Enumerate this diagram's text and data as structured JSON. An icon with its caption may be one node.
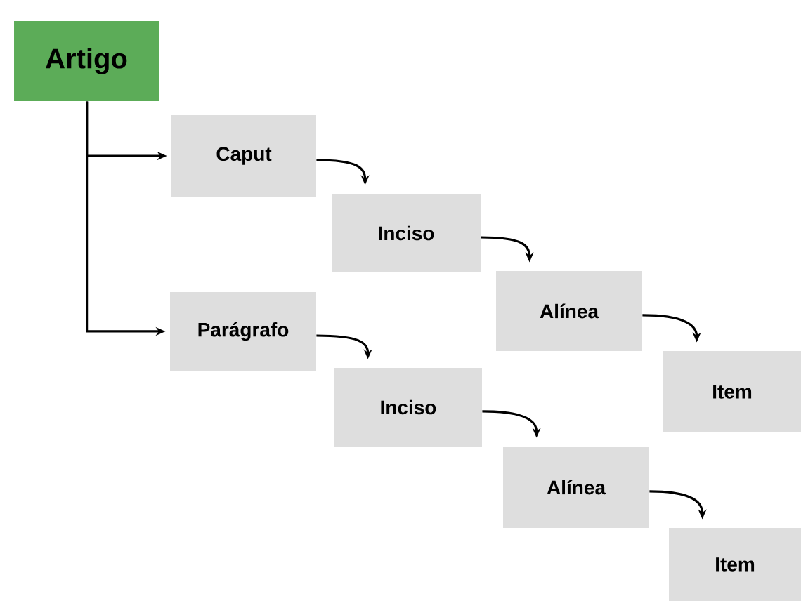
{
  "diagram": {
    "nodes": [
      {
        "text": [
          "Artigo"
        ]
      },
      {
        "text": [
          "Caput"
        ]
      },
      {
        "text": [
          "Inciso"
        ]
      },
      {
        "text": [
          "Alínea"
        ]
      },
      {
        "text": [
          "Item"
        ]
      },
      {
        "text": [
          "Parágrafo"
        ]
      },
      {
        "text": [
          "Inciso"
        ]
      },
      {
        "text": [
          "Alínea"
        ]
      },
      {
        "text": [
          "Item"
        ]
      }
    ],
    "edges": [
      {
        "from": 0,
        "to": 1,
        "arrow": "to"
      },
      {
        "from": 0,
        "to": 5,
        "arrow": "to"
      },
      {
        "from": 1,
        "to": 2,
        "arrow": "to"
      },
      {
        "from": 2,
        "to": 3,
        "arrow": "to"
      },
      {
        "from": 3,
        "to": 4,
        "arrow": "to"
      },
      {
        "from": 5,
        "to": 6,
        "arrow": "to"
      },
      {
        "from": 6,
        "to": 7,
        "arrow": "to"
      },
      {
        "from": 7,
        "to": 8,
        "arrow": "to"
      }
    ]
  }
}
